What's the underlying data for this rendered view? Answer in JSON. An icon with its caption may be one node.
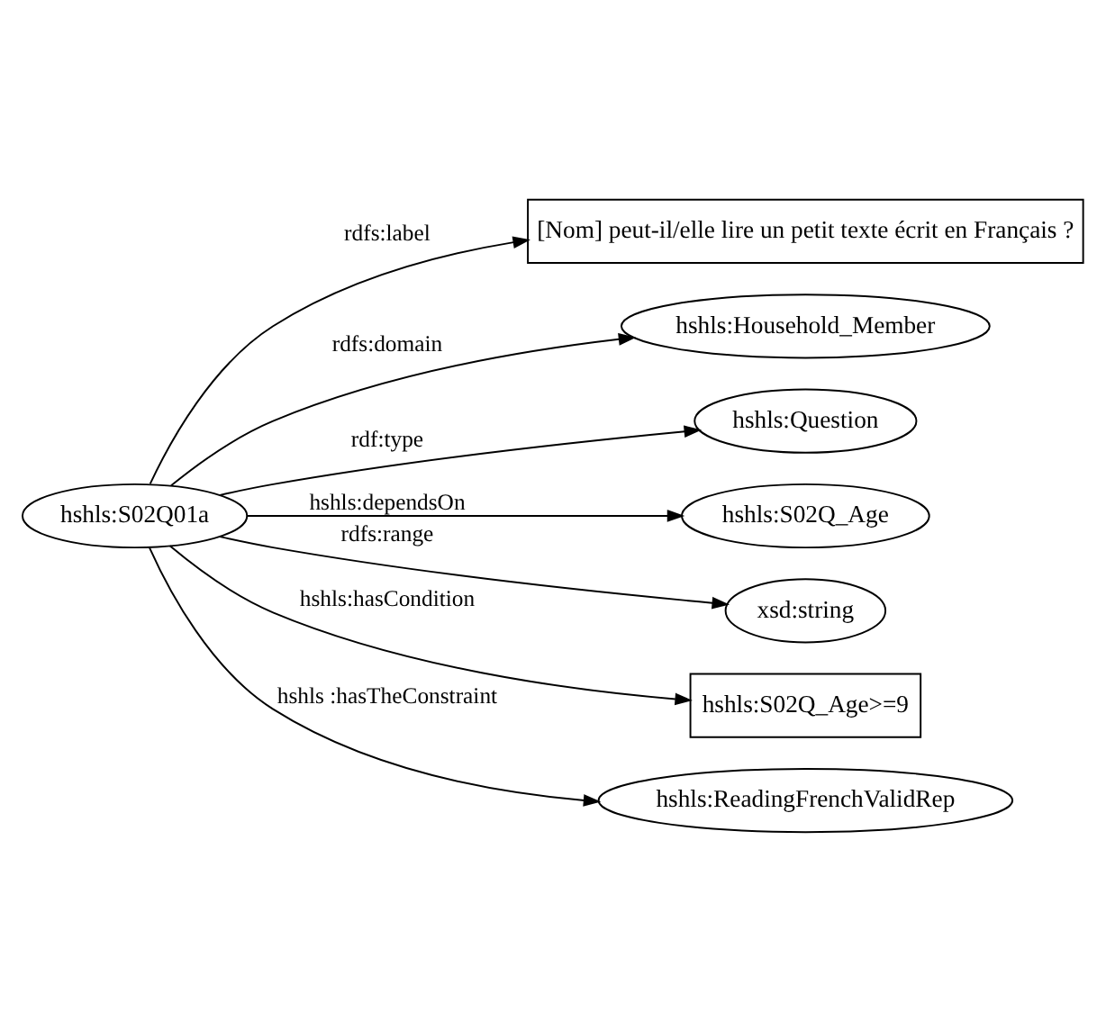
{
  "diagram": {
    "nodes": [
      {
        "text": [
          "[Nom] peut-il/elle lire un petit texte écrit en Français ?"
        ]
      },
      {
        "text": [
          "hshls:Household_Member"
        ]
      },
      {
        "text": [
          "hshls:Question"
        ]
      },
      {
        "text": [
          "hshls:S02Q01a"
        ]
      },
      {
        "text": [
          "hshls:S02Q_Age"
        ]
      },
      {
        "text": [
          "xsd:string"
        ]
      },
      {
        "text": [
          "hshls:S02Q_Age>=9"
        ]
      },
      {
        "text": [
          "hshls:ReadingFrenchValidRep"
        ]
      }
    ],
    "edges": [
      {
        "from": 3,
        "to": 0,
        "arrow": "to",
        "label": "rdfs:label"
      },
      {
        "from": 3,
        "to": 1,
        "arrow": "to",
        "label": "rdfs:domain"
      },
      {
        "from": 3,
        "to": 2,
        "arrow": "to",
        "label": "rdf:type"
      },
      {
        "from": 3,
        "to": 4,
        "arrow": "to",
        "label": "hshls:dependsOn"
      },
      {
        "from": 3,
        "to": 5,
        "arrow": "to",
        "label": "rdfs:range"
      },
      {
        "from": 3,
        "to": 6,
        "arrow": "to",
        "label": "hshls:hasCondition"
      },
      {
        "from": 3,
        "to": 7,
        "arrow": "to",
        "label": "hshls :hasTheConstraint"
      }
    ]
  }
}
